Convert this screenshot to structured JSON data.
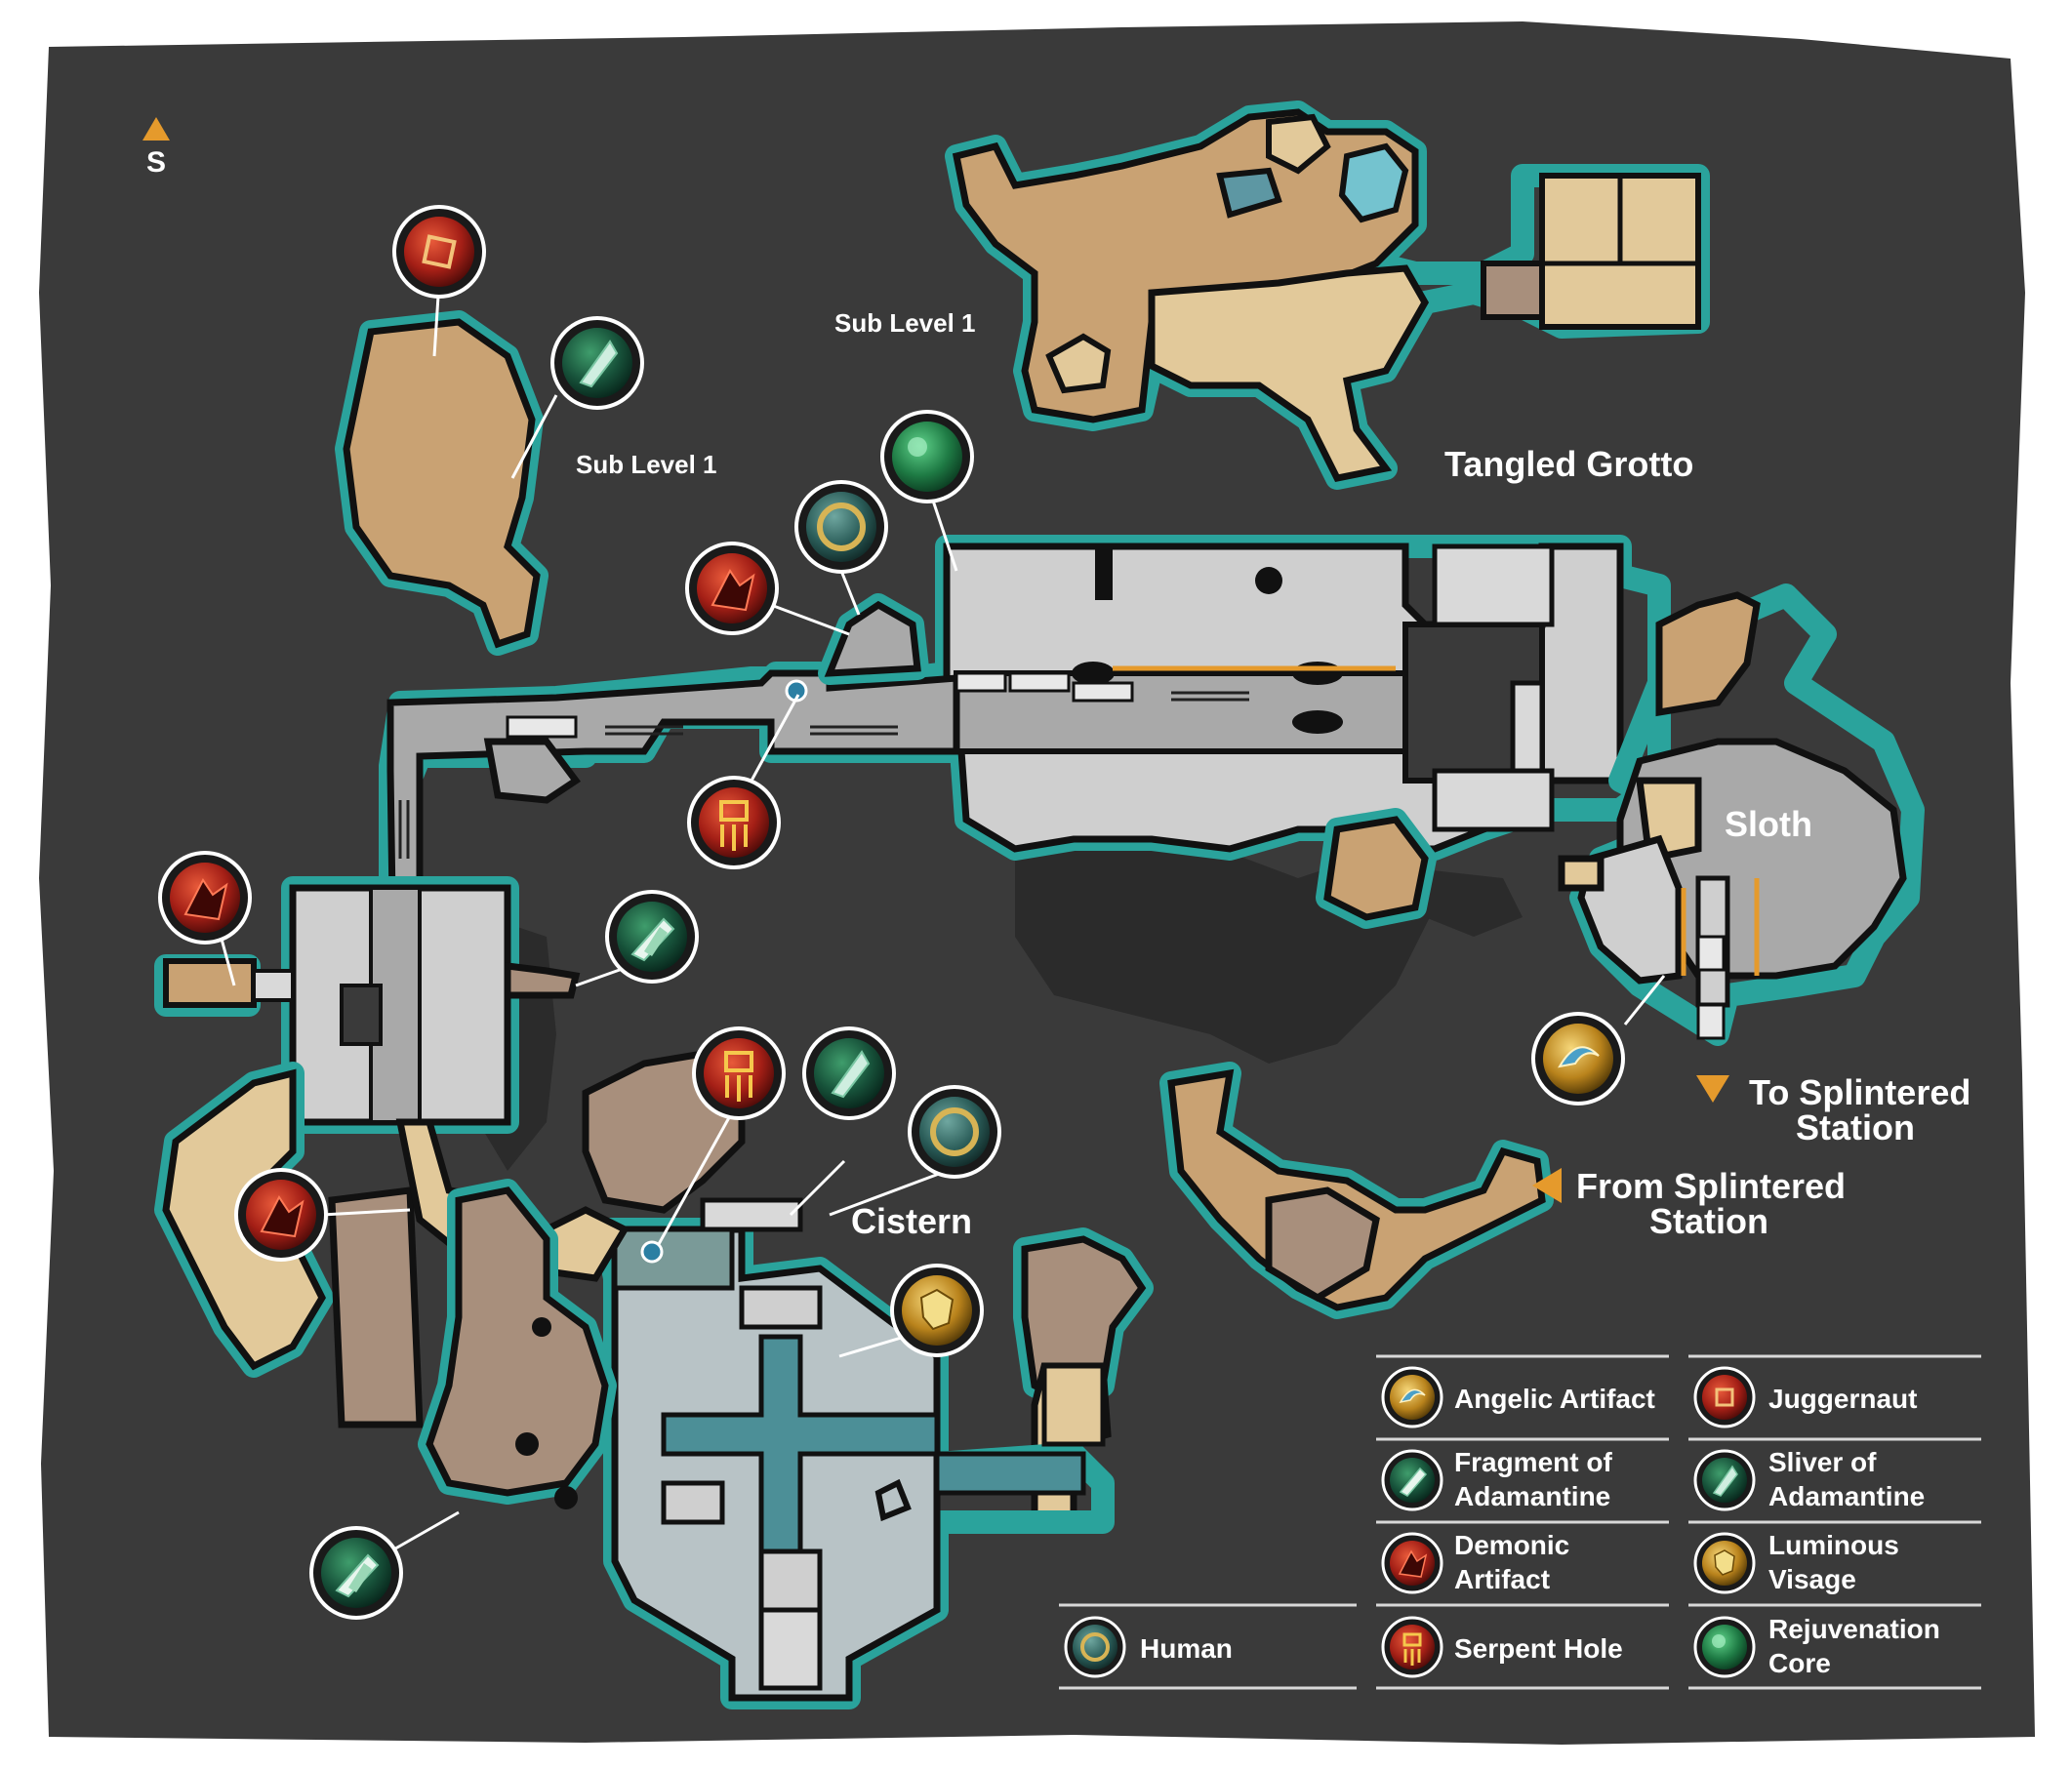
{
  "map": {
    "compass_letter": "S",
    "areas": {
      "sub_level_1_a": "Sub Level 1",
      "sub_level_1_b": "Sub Level 1",
      "tangled_grotto": "Tangled Grotto",
      "sloth": "Sloth",
      "cistern": "Cistern",
      "to_splintered_station_line1": "To Splintered",
      "to_splintered_station_line2": "Station",
      "from_splintered_station_line1": "From Splintered",
      "from_splintered_station_line2": "Station"
    },
    "colors": {
      "board": "#3a3a3a",
      "outline": "#2aa39c",
      "accent_orange": "#e59a2c",
      "sand_room": "#c9a273",
      "grey_room": "#cfcfcf",
      "water": "#74c3cf"
    },
    "markers": [
      {
        "icon": "juggernaut-icon"
      },
      {
        "icon": "sliver-of-adamantine-icon"
      },
      {
        "icon": "rejuvenation-core-icon"
      },
      {
        "icon": "human-icon"
      },
      {
        "icon": "demonic-artifact-icon"
      },
      {
        "icon": "serpent-hole-icon"
      },
      {
        "icon": "demonic-artifact-icon"
      },
      {
        "icon": "fragment-of-adamantine-icon"
      },
      {
        "icon": "demonic-artifact-icon"
      },
      {
        "icon": "serpent-hole-icon"
      },
      {
        "icon": "sliver-of-adamantine-icon"
      },
      {
        "icon": "human-icon"
      },
      {
        "icon": "luminous-visage-icon"
      },
      {
        "icon": "fragment-of-adamantine-icon"
      },
      {
        "icon": "angelic-artifact-icon"
      }
    ]
  },
  "legend": {
    "items": [
      {
        "line1": "Angelic Artifact",
        "line2": "",
        "icon": "angelic-artifact-icon"
      },
      {
        "line1": "Juggernaut",
        "line2": "",
        "icon": "juggernaut-icon"
      },
      {
        "line1": "Fragment of",
        "line2": "Adamantine",
        "icon": "fragment-of-adamantine-icon"
      },
      {
        "line1": "Sliver of",
        "line2": "Adamantine",
        "icon": "sliver-of-adamantine-icon"
      },
      {
        "line1": "Demonic",
        "line2": "Artifact",
        "icon": "demonic-artifact-icon"
      },
      {
        "line1": "Luminous",
        "line2": "Visage",
        "icon": "luminous-visage-icon"
      },
      {
        "line1": "Human",
        "line2": "",
        "icon": "human-icon"
      },
      {
        "line1": "Serpent Hole",
        "line2": "",
        "icon": "serpent-hole-icon"
      },
      {
        "line1": "Rejuvenation",
        "line2": "Core",
        "icon": "rejuvenation-core-icon"
      }
    ]
  }
}
